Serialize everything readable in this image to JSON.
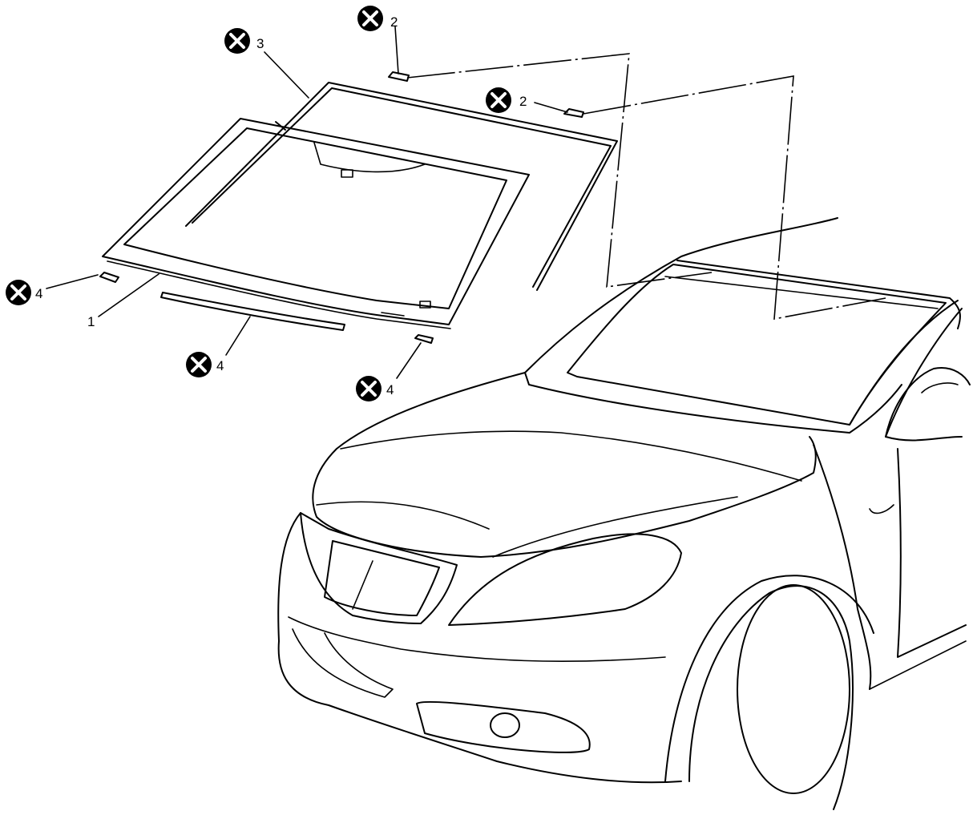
{
  "callouts": [
    {
      "id": "windshield",
      "label": "1",
      "badge": false
    },
    {
      "id": "spacer-top-a",
      "label": "2",
      "badge": true
    },
    {
      "id": "spacer-top-b",
      "label": "2",
      "badge": true
    },
    {
      "id": "upper-molding",
      "label": "3",
      "badge": true
    },
    {
      "id": "dam-left",
      "label": "4",
      "badge": true
    },
    {
      "id": "dam-lower",
      "label": "4",
      "badge": true
    },
    {
      "id": "dam-right",
      "label": "4",
      "badge": true
    }
  ],
  "icons": {
    "badge": "do-not-reuse-icon"
  },
  "colors": {
    "line": "#000000",
    "background": "#ffffff"
  }
}
